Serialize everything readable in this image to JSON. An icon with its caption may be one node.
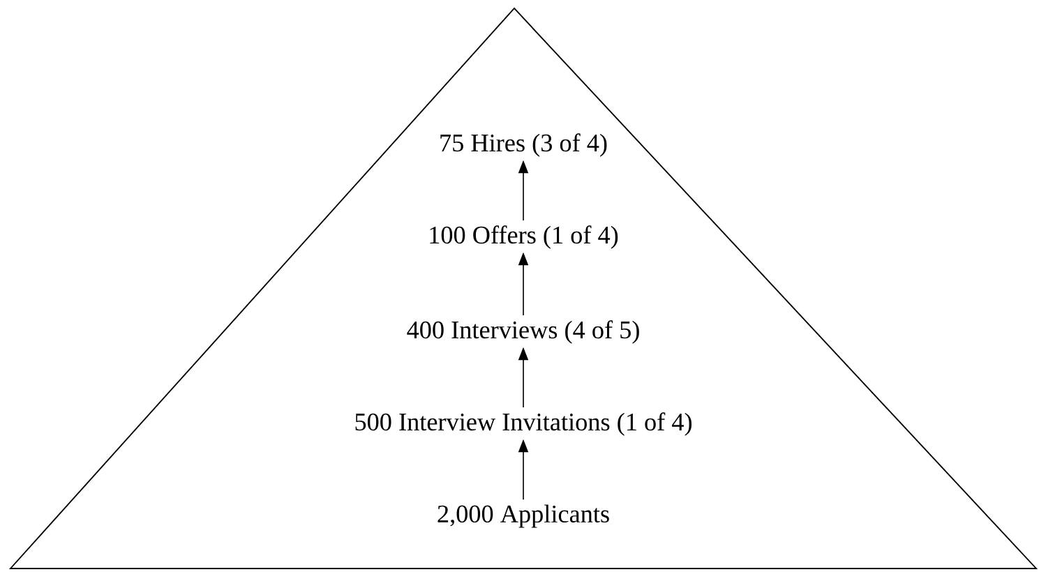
{
  "diagram": {
    "nodes": [
      {
        "text": [],
        "shape": "triangle"
      },
      {
        "text": [
          "75 Hires (3 of 4)"
        ],
        "in": 0
      },
      {
        "text": [
          "100 Offers (1 of 4)"
        ],
        "in": 0
      },
      {
        "text": [
          "400 Interviews (4 of 5)"
        ],
        "in": 0
      },
      {
        "text": [
          "500 Interview Invitations (1 of 4)"
        ],
        "in": 0
      },
      {
        "text": [
          "2,000 Applicants"
        ],
        "in": 0
      }
    ],
    "edges": [
      {
        "from": 5,
        "to": 4,
        "arrow": "to"
      },
      {
        "from": 4,
        "to": 3,
        "arrow": "to"
      },
      {
        "from": 3,
        "to": 2,
        "arrow": "to"
      },
      {
        "from": 2,
        "to": 1,
        "arrow": "to"
      }
    ]
  }
}
